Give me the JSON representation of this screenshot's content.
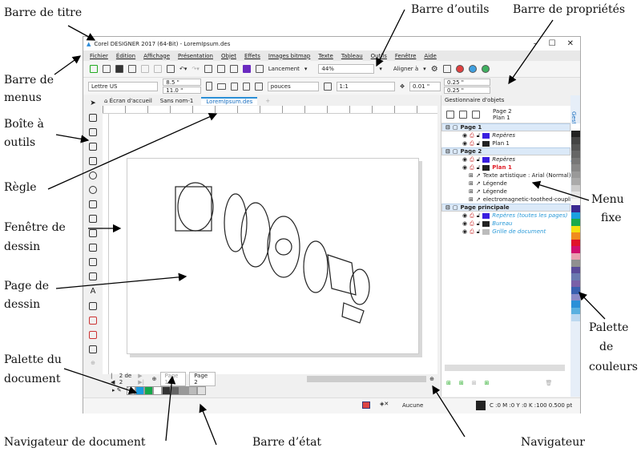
{
  "annotations": {
    "title_bar": "Barre de titre",
    "menu_bar": [
      "Barre de",
      "menus"
    ],
    "toolbox": [
      "Boîte à",
      "outils"
    ],
    "ruler": "Règle",
    "drawing_window": [
      "Fenêtre de",
      "dessin"
    ],
    "drawing_page": [
      "Page de",
      "dessin"
    ],
    "document_palette": [
      "Palette du",
      "document"
    ],
    "document_navigator": "Navigateur de document",
    "status_bar": "Barre d’état",
    "navigator": "Navigateur",
    "toolbar": "Barre d’outils",
    "property_bar": "Barre de propriétés",
    "docker": [
      "Menu",
      "fixe"
    ],
    "color_palette": [
      "Palette",
      "de",
      "couleurs"
    ]
  },
  "window": {
    "title": "Corel DESIGNER 2017 (64-Bit) - LoremIpsum.des"
  },
  "menu": [
    "Fichier",
    "Édition",
    "Affichage",
    "Présentation",
    "Objet",
    "Effets",
    "Images bitmap",
    "Texte",
    "Tableau",
    "Outils",
    "Fenêtre",
    "Aide"
  ],
  "toolbar": {
    "launch": "Lancement",
    "zoom": "44%",
    "align": "Aligner à"
  },
  "property_bar": {
    "page_size": "Lettre US",
    "width": "8.5 \"",
    "height": "11.0 \"",
    "units": "pouces",
    "scale": "1:1",
    "nudge": "0.01 \"",
    "dup_x": "0.25 \"",
    "dup_y": "0.25 \""
  },
  "doc_tabs": [
    "Écran d'accueil",
    "Sans nom-1",
    "LoremIpsum.des"
  ],
  "page_nav": {
    "counter": "2 de 2",
    "pages": [
      "Page 1",
      "Page 2"
    ]
  },
  "status": {
    "fill": "Aucune",
    "outline": "C :0 M :0 Y :0 K :100  0.500 pt"
  },
  "docker": {
    "title": "Gestionnaire d'objets",
    "side_tab": "Gestionnaire d'obj...",
    "current_page": "Page 2",
    "current_layer": "Plan 1",
    "rows": [
      {
        "type": "page",
        "text": "Page 1"
      },
      {
        "type": "layer",
        "text": "Repères",
        "color": "#3a1ee0",
        "style": "it2"
      },
      {
        "type": "layer",
        "text": "Plan 1",
        "color": "#222222"
      },
      {
        "type": "page",
        "text": "Page 2"
      },
      {
        "type": "layer",
        "text": "Repères",
        "color": "#3a1ee0",
        "style": "it2"
      },
      {
        "type": "layer",
        "text": "Plan 1",
        "color": "#222222",
        "style": "red"
      },
      {
        "type": "obj",
        "text": "Texte artistique : Arial (Normal)"
      },
      {
        "type": "obj",
        "text": "Légende"
      },
      {
        "type": "obj",
        "text": "Légende"
      },
      {
        "type": "obj",
        "text": "electromagnetic-toothed-coupling"
      },
      {
        "type": "page",
        "text": "Page principale"
      },
      {
        "type": "layer",
        "text": "Repères (toutes les pages)",
        "color": "#3a1ee0",
        "style": "it"
      },
      {
        "type": "layer",
        "text": "Bureau",
        "color": "#222222",
        "style": "it"
      },
      {
        "type": "layer",
        "text": "Grille de document",
        "color": "#bbbbbb",
        "style": "it"
      }
    ]
  },
  "document_palette": [
    "#1a9be0",
    "#15a84a",
    "#ffffff",
    "#333333",
    "#666666",
    "#999999",
    "#bbbbbb",
    "#e0e0e0"
  ],
  "color_palette": [
    "#ffffff",
    "#222222",
    "#444444",
    "#555555",
    "#666666",
    "#777777",
    "#888888",
    "#999999",
    "#aaaaaa",
    "#cccccc",
    "#e6e6e6",
    "#f5f5f5",
    "#3a2890",
    "#1aa0e0",
    "#1caa4c",
    "#f5e010",
    "#f08c1e",
    "#e0142a",
    "#d0106e",
    "#e8a0b0",
    "#909090",
    "#5a4c9a",
    "#6a7ab0",
    "#7a60a8",
    "#3a60b0",
    "#8a8ac8",
    "#2a90d8",
    "#5ab0e0",
    "#bcd8f0"
  ]
}
